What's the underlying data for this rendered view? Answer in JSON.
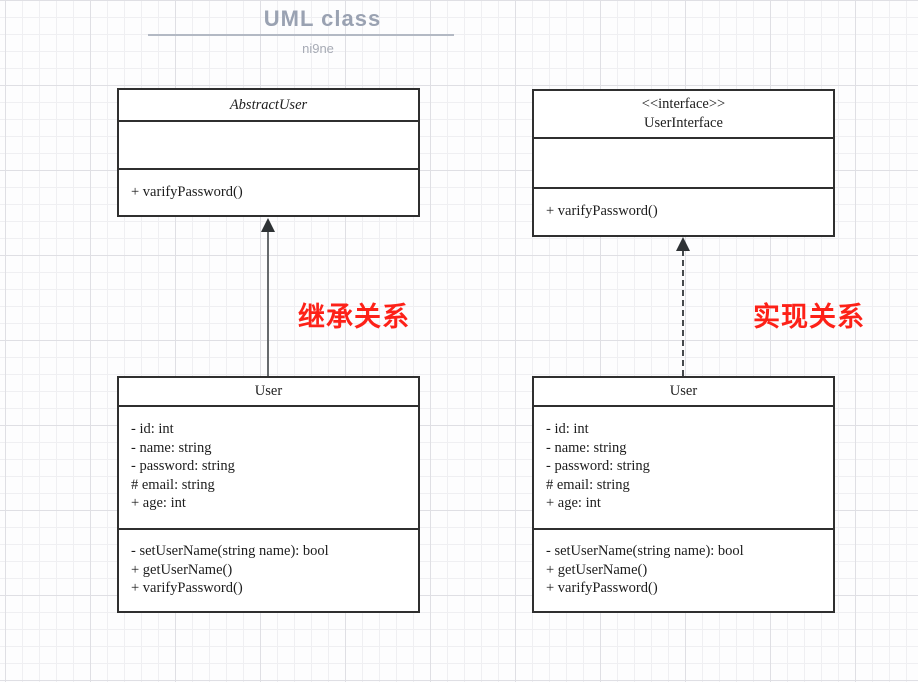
{
  "header": {
    "title": "UML class",
    "subtitle": "ni9ne"
  },
  "classes": [
    {
      "name": "AbstractUser",
      "stereotype": "",
      "name_style": "italic (abstract)",
      "attributes": [],
      "methods": [
        "+ varifyPassword()"
      ]
    },
    {
      "name": "UserInterface",
      "stereotype": "<<interface>>",
      "attributes": [],
      "methods": [
        "+ varifyPassword()"
      ]
    },
    {
      "name": "User",
      "stereotype": "",
      "attributes": [
        "- id: int",
        "- name: string",
        "- password: string",
        "# email: string",
        "+ age: int"
      ],
      "methods": [
        "- setUserName(string name): bool",
        "+ getUserName()",
        "+ varifyPassword()"
      ]
    },
    {
      "name": "User",
      "stereotype": "",
      "attributes": [
        "- id: int",
        "- name: string",
        "- password: string",
        "# email: string",
        "+ age: int"
      ],
      "methods": [
        "- setUserName(string name): bool",
        "+ getUserName()",
        "+ varifyPassword()"
      ]
    }
  ],
  "relations": [
    {
      "type": "inheritance",
      "line": "solid",
      "label": "继承关系"
    },
    {
      "type": "realization",
      "line": "dashed",
      "label": "实现关系"
    }
  ],
  "colors": {
    "accent_red": "#fd2118",
    "box_border": "#2f2f2f",
    "title_gray": "#9aa2b2",
    "grid_line": "#efeff2"
  }
}
